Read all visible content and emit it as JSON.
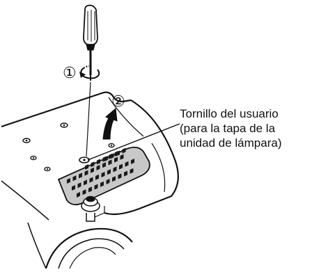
{
  "steps": {
    "step1": "①",
    "step2": "②"
  },
  "callout": {
    "line1": "Tornillo del usuario",
    "line2": "(para la tapa de la",
    "line3": "unidad de lámpara)"
  },
  "colors": {
    "ink": "#111111",
    "vent": "#1a1a1a",
    "cover_fill": "#c8c8c8",
    "body_fill": "#ffffff"
  },
  "icons": {
    "rotate_arrow": "counterclockwise-rotation-arrow-icon",
    "lift_arrow": "curved-up-arrow-icon",
    "tool": "screwdriver-icon"
  }
}
